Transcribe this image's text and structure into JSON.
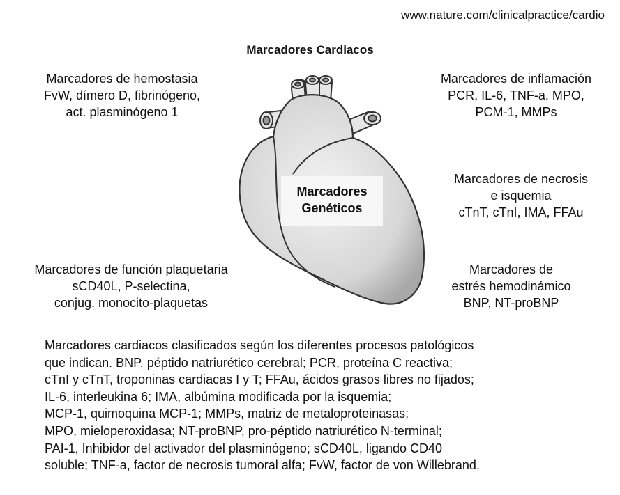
{
  "source_url": "www.nature.com/clinicalpractice/cardio",
  "title": "Marcadores Cardiacos",
  "center_label": [
    "Marcadores",
    "Genéticos"
  ],
  "groups": {
    "hemostasis": [
      "Marcadores de hemostasia",
      "FvW, dímero D, fibrinógeno,",
      "act. plasminógeno 1"
    ],
    "inflammation": [
      "Marcadores de inflamación",
      "PCR, IL-6, TNF-a, MPO,",
      "PCM-1, MMPs"
    ],
    "necrosis": [
      "Marcadores de necrosis",
      "e isquemia",
      "cTnT, cTnI, IMA, FFAu"
    ],
    "platelet": [
      "Marcadores de función plaquetaria",
      "sCD40L, P-selectina,",
      "conjug. monocito-plaquetas"
    ],
    "hemodynamic": [
      "Marcadores de",
      "estrés hemodinámico",
      "BNP, NT-proBNP"
    ]
  },
  "caption_lines": [
    "Marcadores cardiacos clasificados según los diferentes procesos patológicos",
    "que indican. BNP, péptido natriurético cerebral; PCR, proteína C reactiva;",
    "cTnI y cTnT, troponinas cardiacas I y T; FFAu, ácidos grasos libres no fijados;",
    "IL-6, interleukina 6; IMA, albúmina modificada por la isquemia;",
    "MCP-1, quimoquina MCP-1; MMPs, matriz de metaloproteinasas;",
    "MPO, mieloperoxidasa; NT-proBNP, pro-péptido natriurético N-terminal;",
    "PAI-1, Inhibidor del activador del plasminógeno;  sCD40L, ligando CD40",
    "soluble; TNF-a, factor de necrosis tumoral alfa; FvW, factor de von Willebrand."
  ],
  "colors": {
    "heart_fill": "#d9d9d9",
    "heart_stroke": "#333333",
    "label_background": "#f7f7f7",
    "text": "#111111"
  },
  "icons": [
    "heart-illustration"
  ]
}
